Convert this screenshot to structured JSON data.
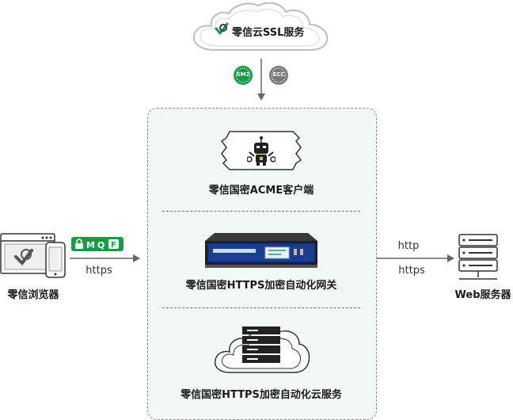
{
  "top_service": {
    "label": "零信云SSL服务"
  },
  "badges": {
    "sm2": "SM2",
    "ecc": "ECC"
  },
  "components": {
    "acme_client": "零信国密ACME客户端",
    "gateway": "零信国密HTTPS加密自动化网关",
    "cloud_service": "零信国密HTTPS加密自动化云服务"
  },
  "browser": {
    "label": "零信浏览器",
    "protocol": "https",
    "icons": [
      "lock-icon",
      "m-icon",
      "q-icon",
      "f-icon"
    ]
  },
  "web_server": {
    "label": "Web服务器",
    "protocol_http": "http",
    "protocol_https": "https"
  },
  "colors": {
    "green": "#1a9a48",
    "grey": "#7a7a7a",
    "panel_bg": "#f3faf6",
    "panel_border": "#8a8a8a"
  }
}
